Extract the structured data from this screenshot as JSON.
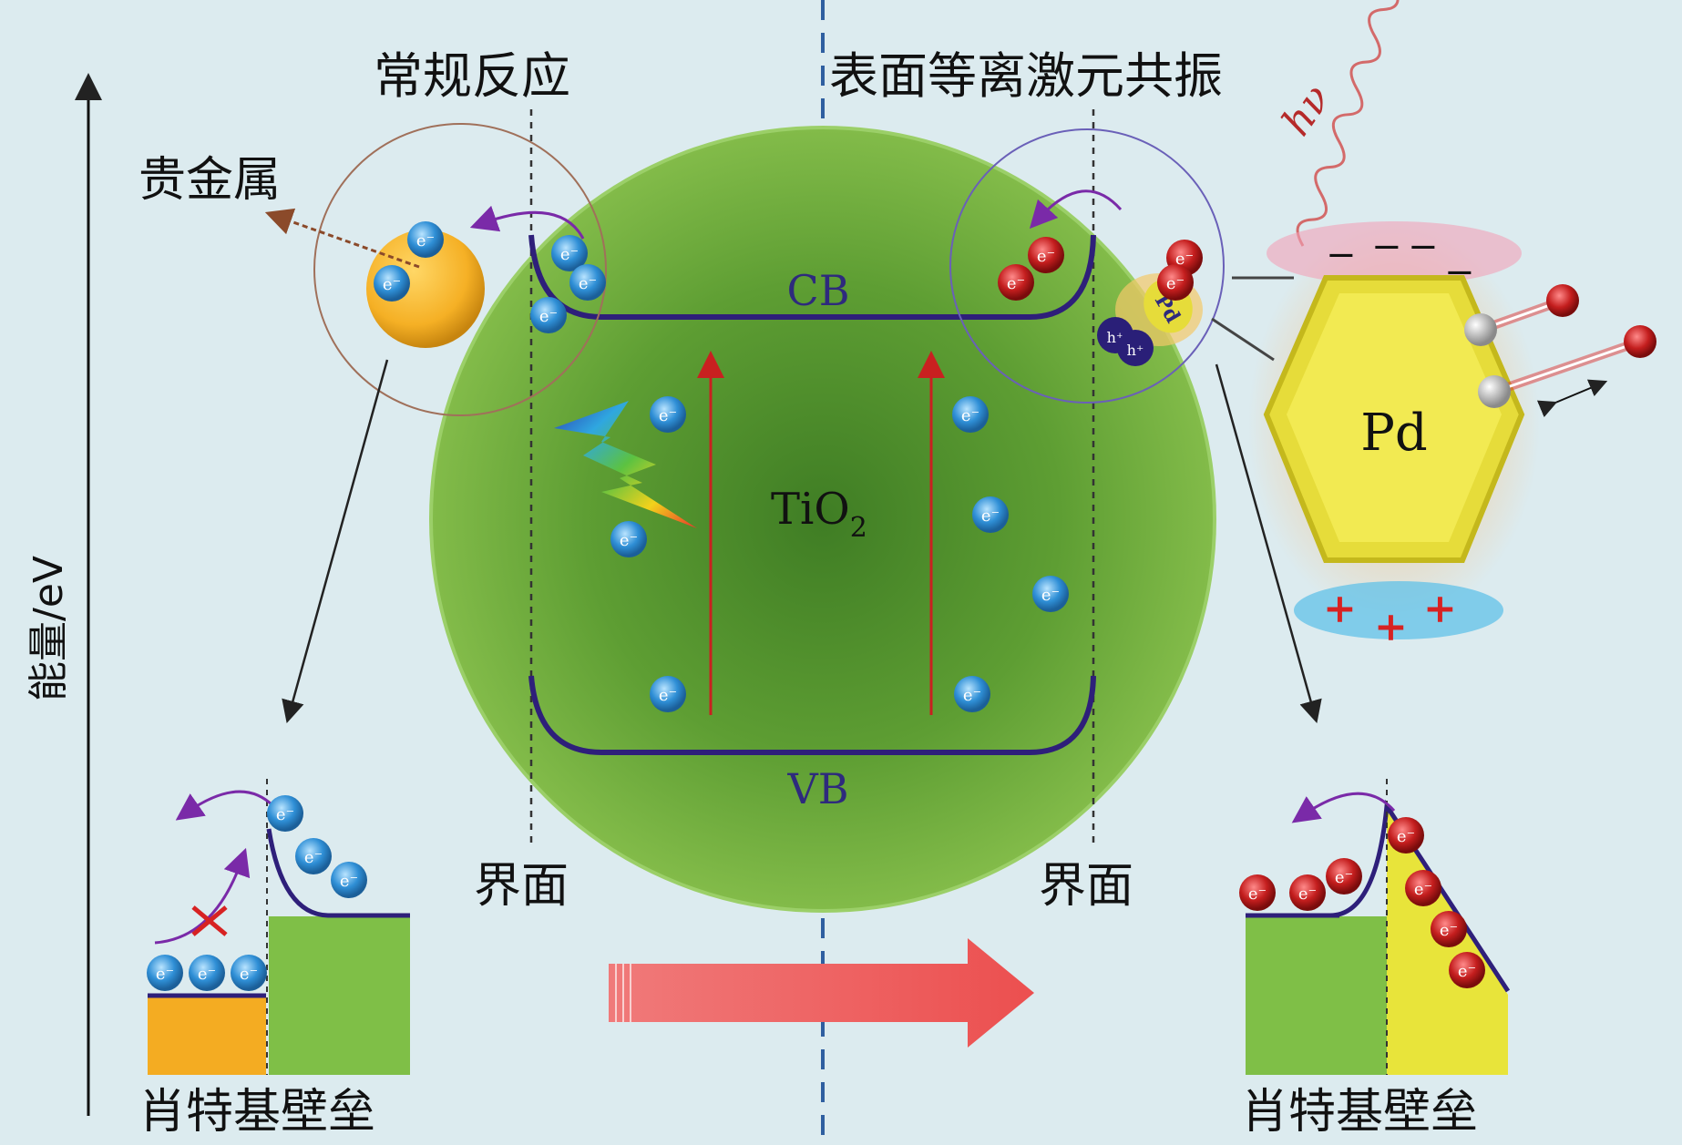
{
  "labels": {
    "y_axis": "能量/eV",
    "conventional": "常规反应",
    "spr": "表面等离激元共振",
    "noble_metal": "贵金属",
    "hv": "hν",
    "cb": "CB",
    "vb": "VB",
    "tio2_main": "TiO",
    "tio2_sub": "2",
    "interface_left": "界面",
    "interface_right": "界面",
    "schottky_left": "肖特基壁垒",
    "schottky_right": "肖特基壁垒",
    "pd_large": "Pd",
    "pd_small": "Pd",
    "electron": "e⁻",
    "hole": "h⁺"
  },
  "colors": {
    "background": "#dcebef",
    "tio2_green": "#7ab845",
    "band_line": "#2e1f7a",
    "electron_blue": "#3a9ad9",
    "electron_red": "#c41e1e",
    "noble_metal_gold": "#f5b025",
    "pd_yellow": "#e8e43a",
    "arrow_red": "#ef5a5a",
    "dashed_axis": "#2f5fa0"
  },
  "charges": {
    "negative": "−",
    "positive": "+"
  }
}
